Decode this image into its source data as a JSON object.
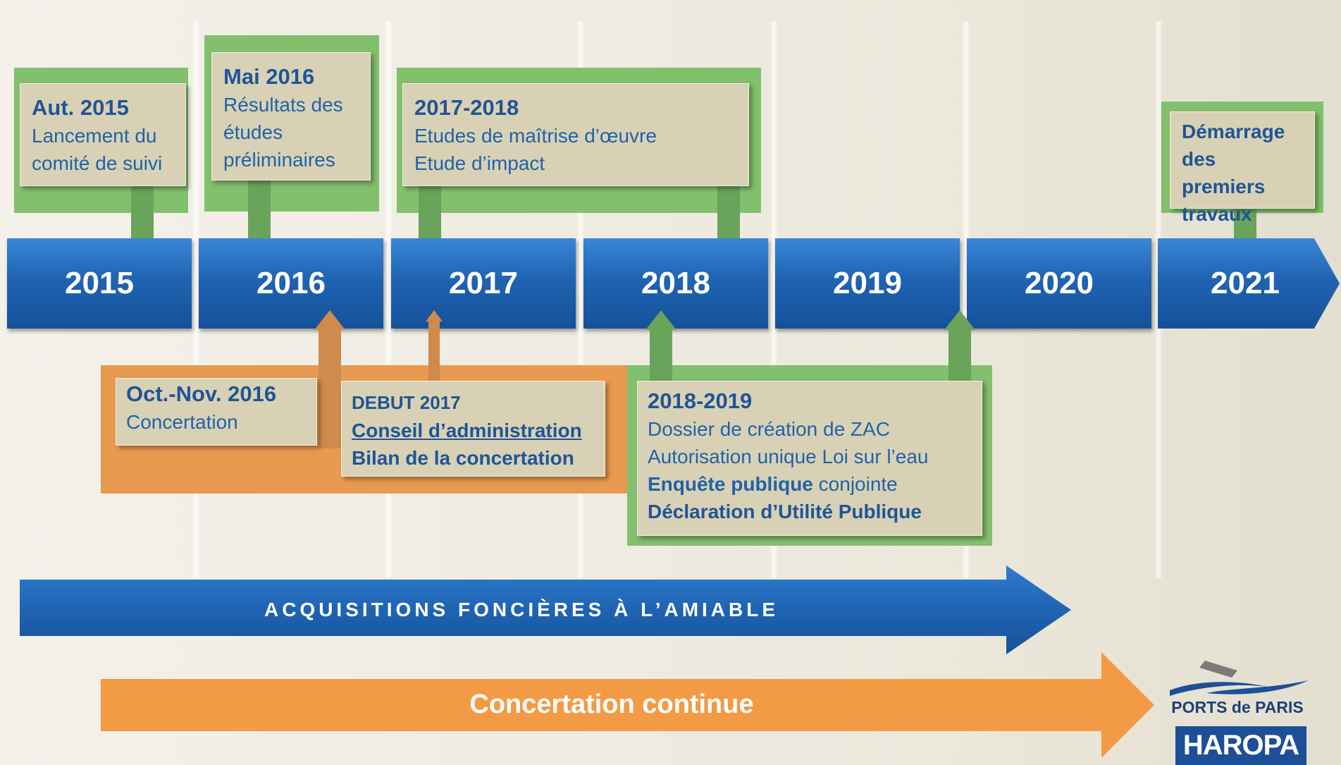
{
  "years": [
    "2015",
    "2016",
    "2017",
    "2018",
    "2019",
    "2020",
    "2021"
  ],
  "milestones_top": [
    {
      "head": "Aut. 2015",
      "lines": [
        "Lancement du",
        "comité de suivi"
      ]
    },
    {
      "head": "Mai 2016",
      "lines": [
        "Résultats des",
        "études",
        "préliminaires"
      ]
    },
    {
      "head": "2017-2018",
      "lines": [
        "Etudes de maîtrise d’œuvre",
        "Etude d’impact"
      ]
    },
    {
      "lines_bold": [
        "Démarrage",
        "des premiers",
        "travaux"
      ]
    }
  ],
  "milestones_bottom": [
    {
      "head": "Oct.-Nov. 2016",
      "lines": [
        "Concertation"
      ]
    },
    {
      "head": "DEBUT 2017",
      "link": "Conseil d’administration",
      "bold_line": "Bilan de la concertation"
    },
    {
      "head": "2018-2019",
      "lines": [
        "Dossier de création de ZAC",
        "Autorisation unique Loi sur l’eau"
      ],
      "enquete_bold": "Enquête publique",
      "enquete_rest": " conjointe",
      "bold_line": "Déclaration d’Utilité Publique"
    }
  ],
  "arrows": {
    "acquisitions": "ACQUISITIONS FONCIÈRES À L’AMIABLE",
    "concertation": "Concertation continue"
  },
  "logo": {
    "line1": "PORTS de PARIS",
    "line2": "HAROPA"
  },
  "colors": {
    "blue": "#1f64b2",
    "green": "#82c06d",
    "stem_green": "#6aa35a",
    "orange": "#e89a50",
    "orange_arrow": "#f39a45",
    "beige": "#d9d1b5",
    "text_blue": "#1f63a8"
  }
}
